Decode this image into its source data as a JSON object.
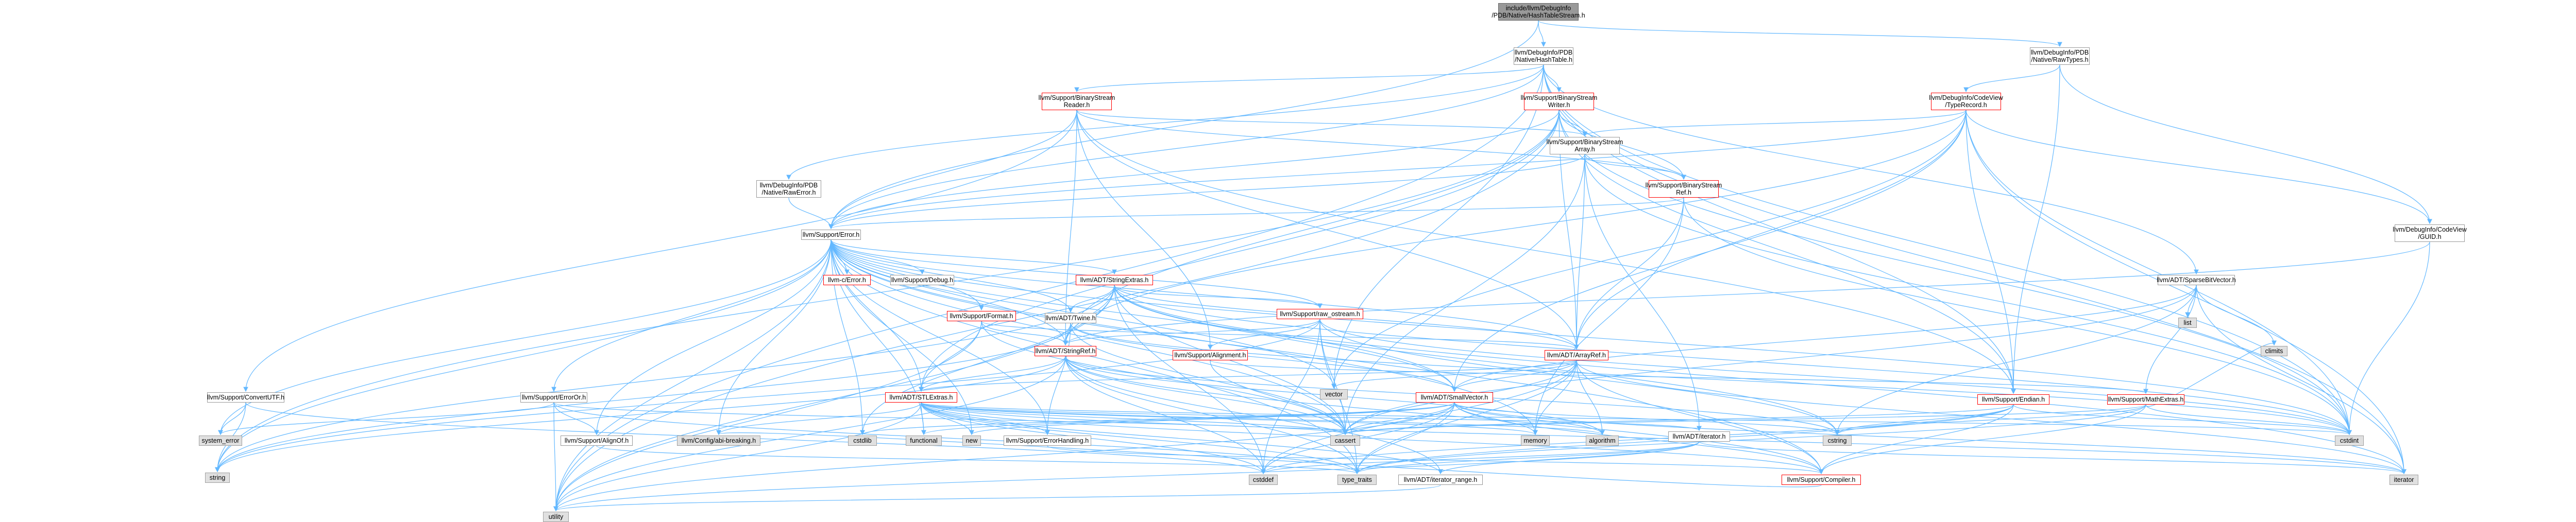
{
  "diagram": {
    "colors": {
      "edge": "#63b8ff",
      "edge_dark": "#505050",
      "red_border": "#ff0000",
      "gray_fill": "#e0e0e0",
      "root_fill": "#999999"
    },
    "nodes": [
      {
        "id": "root",
        "label": "include/llvm/DebugInfo\n/PDB/Native/HashTableStream.h",
        "style": "root"
      },
      {
        "id": "nht",
        "label": "llvm/DebugInfo/PDB\n/Native/HashTable.h",
        "style": "plain"
      },
      {
        "id": "nrt",
        "label": "llvm/DebugInfo/PDB\n/Native/RawTypes.h",
        "style": "plain"
      },
      {
        "id": "bsr",
        "label": "llvm/Support/BinaryStream\nReader.h",
        "style": "red"
      },
      {
        "id": "bsw",
        "label": "llvm/Support/BinaryStream\nWriter.h",
        "style": "red"
      },
      {
        "id": "cvtr",
        "label": "llvm/DebugInfo/CodeView\n/TypeRecord.h",
        "style": "red"
      },
      {
        "id": "bsa",
        "label": "llvm/Support/BinaryStream\nArray.h",
        "style": "plain"
      },
      {
        "id": "bsref",
        "label": "llvm/Support/BinaryStream\nRef.h",
        "style": "red"
      },
      {
        "id": "nre",
        "label": "llvm/DebugInfo/PDB\n/Native/RawError.h",
        "style": "plain"
      },
      {
        "id": "guid",
        "label": "llvm/DebugInfo/CodeView\n/GUID.h",
        "style": "plain"
      },
      {
        "id": "err",
        "label": "llvm/Support/Error.h",
        "style": "plain"
      },
      {
        "id": "sbv",
        "label": "llvm/ADT/SparseBitVector.h",
        "style": "plain"
      },
      {
        "id": "cerr",
        "label": "llvm-c/Error.h",
        "style": "red"
      },
      {
        "id": "dbg",
        "label": "llvm/Support/Debug.h",
        "style": "plain"
      },
      {
        "id": "se",
        "label": "llvm/ADT/StringExtras.h",
        "style": "red"
      },
      {
        "id": "twine",
        "label": "llvm/ADT/Twine.h",
        "style": "plain"
      },
      {
        "id": "fmt",
        "label": "llvm/Support/Format.h",
        "style": "red"
      },
      {
        "id": "ros",
        "label": "llvm/Support/raw_ostream.h",
        "style": "red"
      },
      {
        "id": "climits",
        "label": "climits",
        "style": "gray"
      },
      {
        "id": "list",
        "label": "list",
        "style": "gray"
      },
      {
        "id": "sref",
        "label": "llvm/ADT/StringRef.h",
        "style": "red"
      },
      {
        "id": "algn",
        "label": "llvm/Support/Alignment.h",
        "style": "red"
      },
      {
        "id": "aref",
        "label": "llvm/ADT/ArrayRef.h",
        "style": "red"
      },
      {
        "id": "cu",
        "label": "llvm/Support/ConvertUTF.h",
        "style": "plain"
      },
      {
        "id": "erroror",
        "label": "llvm/Support/ErrorOr.h",
        "style": "plain"
      },
      {
        "id": "endian",
        "label": "llvm/Support/Endian.h",
        "style": "red"
      },
      {
        "id": "mext",
        "label": "llvm/Support/MathExtras.h",
        "style": "red"
      },
      {
        "id": "vector",
        "label": "vector",
        "style": "gray"
      },
      {
        "id": "stlext",
        "label": "llvm/ADT/STLExtras.h",
        "style": "red"
      },
      {
        "id": "smv",
        "label": "llvm/ADT/SmallVector.h",
        "style": "red"
      },
      {
        "id": "iter",
        "label": "llvm/ADT/iterator.h",
        "style": "plain"
      },
      {
        "id": "syserr",
        "label": "system_error",
        "style": "gray"
      },
      {
        "id": "alignof",
        "label": "llvm/Support/AlignOf.h",
        "style": "plain"
      },
      {
        "id": "cfg",
        "label": "llvm/Config/abi-breaking.h",
        "style": "gray"
      },
      {
        "id": "cstdlib",
        "label": "cstdlib",
        "style": "gray"
      },
      {
        "id": "functional",
        "label": "functional",
        "style": "gray"
      },
      {
        "id": "new",
        "label": "new",
        "style": "gray"
      },
      {
        "id": "eh",
        "label": "llvm/Support/ErrorHandling.h",
        "style": "plain"
      },
      {
        "id": "cassert",
        "label": "cassert",
        "style": "gray"
      },
      {
        "id": "memory",
        "label": "memory",
        "style": "gray"
      },
      {
        "id": "algorithm",
        "label": "algorithm",
        "style": "gray"
      },
      {
        "id": "cstring",
        "label": "cstring",
        "style": "gray"
      },
      {
        "id": "cstdint",
        "label": "cstdint",
        "style": "gray"
      },
      {
        "id": "string",
        "label": "string",
        "style": "gray"
      },
      {
        "id": "cstddef",
        "label": "cstddef",
        "style": "gray"
      },
      {
        "id": "tt",
        "label": "type_traits",
        "style": "gray"
      },
      {
        "id": "iterrange",
        "label": "llvm/ADT/iterator_range.h",
        "style": "plain"
      },
      {
        "id": "compiler",
        "label": "llvm/Support/Compiler.h",
        "style": "red"
      },
      {
        "id": "iterator",
        "label": "iterator",
        "style": "gray"
      },
      {
        "id": "utility",
        "label": "utility",
        "style": "gray"
      }
    ],
    "edges": [
      [
        "root",
        "nht"
      ],
      [
        "root",
        "nrt"
      ],
      [
        "root",
        "err"
      ],
      [
        "nht",
        "bsr"
      ],
      [
        "nht",
        "bsw"
      ],
      [
        "nht",
        "nre"
      ],
      [
        "nht",
        "sbv"
      ],
      [
        "nht",
        "err"
      ],
      [
        "nht",
        "cstdint"
      ],
      [
        "nht",
        "iterator"
      ],
      [
        "nht",
        "utility"
      ],
      [
        "nht",
        "vector"
      ],
      [
        "nht",
        "endian"
      ],
      [
        "nrt",
        "cvtr"
      ],
      [
        "nrt",
        "guid"
      ],
      [
        "nrt",
        "endian"
      ],
      [
        "bsr",
        "bsa"
      ],
      [
        "bsr",
        "bsref"
      ],
      [
        "bsr",
        "cu"
      ],
      [
        "bsr",
        "err"
      ],
      [
        "bsr",
        "sref"
      ],
      [
        "bsr",
        "aref"
      ],
      [
        "bsr",
        "algn"
      ],
      [
        "bsr",
        "endian"
      ],
      [
        "bsr",
        "type_traits"
      ],
      [
        "bsw",
        "bsa"
      ],
      [
        "bsw",
        "bsref"
      ],
      [
        "bsw",
        "err"
      ],
      [
        "bsw",
        "sref"
      ],
      [
        "bsw",
        "aref"
      ],
      [
        "bsw",
        "endian"
      ],
      [
        "bsw",
        "stlext"
      ],
      [
        "bsw",
        "cstdint"
      ],
      [
        "bsw",
        "utility"
      ],
      [
        "bsw",
        "string"
      ],
      [
        "cvtr",
        "bsa"
      ],
      [
        "cvtr",
        "guid"
      ],
      [
        "cvtr",
        "aref"
      ],
      [
        "cvtr",
        "endian"
      ],
      [
        "cvtr",
        "err"
      ],
      [
        "cvtr",
        "smv"
      ],
      [
        "cvtr",
        "iterator"
      ],
      [
        "cvtr",
        "cstdint"
      ],
      [
        "cvtr",
        "vector"
      ],
      [
        "cvtr",
        "sref"
      ],
      [
        "bsa",
        "bsref"
      ],
      [
        "bsa",
        "err"
      ],
      [
        "bsa",
        "aref"
      ],
      [
        "bsa",
        "iter"
      ],
      [
        "bsa",
        "cassert"
      ],
      [
        "bsa",
        "cstdint"
      ],
      [
        "bsref",
        "err"
      ],
      [
        "bsref",
        "aref"
      ],
      [
        "bsref",
        "cstdint"
      ],
      [
        "bsref",
        "memory"
      ],
      [
        "bsref",
        "optional"
      ],
      [
        "nre",
        "err"
      ],
      [
        "guid",
        "cstdint"
      ],
      [
        "guid",
        "sref"
      ],
      [
        "err",
        "cerr"
      ],
      [
        "err",
        "dbg"
      ],
      [
        "err",
        "se"
      ],
      [
        "err",
        "twine"
      ],
      [
        "err",
        "fmt"
      ],
      [
        "err",
        "ros"
      ],
      [
        "err",
        "sref"
      ],
      [
        "err",
        "aref"
      ],
      [
        "err",
        "erroror"
      ],
      [
        "err",
        "alignof"
      ],
      [
        "err",
        "cfg"
      ],
      [
        "err",
        "eh"
      ],
      [
        "err",
        "stlext"
      ],
      [
        "err",
        "smv"
      ],
      [
        "err",
        "cassert"
      ],
      [
        "err",
        "cstdint"
      ],
      [
        "err",
        "cstdlib"
      ],
      [
        "err",
        "functional"
      ],
      [
        "err",
        "memory"
      ],
      [
        "err",
        "new"
      ],
      [
        "err",
        "string"
      ],
      [
        "err",
        "syserr"
      ],
      [
        "err",
        "tt"
      ],
      [
        "err",
        "utility"
      ],
      [
        "err",
        "vector"
      ],
      [
        "err",
        "compiler"
      ],
      [
        "sbv",
        "list"
      ],
      [
        "sbv",
        "climits"
      ],
      [
        "sbv",
        "mext"
      ],
      [
        "sbv",
        "smv"
      ],
      [
        "sbv",
        "cassert"
      ],
      [
        "sbv",
        "iterator"
      ],
      [
        "sbv",
        "cstring"
      ],
      [
        "se",
        "aref"
      ],
      [
        "se",
        "sref"
      ],
      [
        "se",
        "twine"
      ],
      [
        "se",
        "smv"
      ],
      [
        "se",
        "cassert"
      ],
      [
        "se",
        "cstddef"
      ],
      [
        "se",
        "cstdint"
      ],
      [
        "se",
        "cstdlib"
      ],
      [
        "se",
        "cstring"
      ],
      [
        "se",
        "iterator"
      ],
      [
        "se",
        "string"
      ],
      [
        "se",
        "utility"
      ],
      [
        "se",
        "ros"
      ],
      [
        "twine",
        "smv"
      ],
      [
        "twine",
        "sref"
      ],
      [
        "twine",
        "eh"
      ],
      [
        "twine",
        "cassert"
      ],
      [
        "twine",
        "cstdint"
      ],
      [
        "twine",
        "string"
      ],
      [
        "fmt",
        "aref"
      ],
      [
        "fmt",
        "stlext"
      ],
      [
        "fmt",
        "sref"
      ],
      [
        "fmt",
        "cassert"
      ],
      [
        "fmt",
        "cstdio"
      ],
      [
        "fmt",
        "tuple"
      ],
      [
        "fmt",
        "utility"
      ],
      [
        "ros",
        "sref"
      ],
      [
        "ros",
        "cassert"
      ],
      [
        "ros",
        "cstddef"
      ],
      [
        "ros",
        "cstdint"
      ],
      [
        "ros",
        "cstring"
      ],
      [
        "ros",
        "string"
      ],
      [
        "ros",
        "tt"
      ],
      [
        "ros",
        "algn"
      ],
      [
        "sref",
        "stlext"
      ],
      [
        "sref",
        "iterrange"
      ],
      [
        "sref",
        "compiler"
      ],
      [
        "sref",
        "algorithm"
      ],
      [
        "sref",
        "cassert"
      ],
      [
        "sref",
        "cstddef"
      ],
      [
        "sref",
        "cstring"
      ],
      [
        "sref",
        "limits"
      ],
      [
        "sref",
        "string"
      ],
      [
        "sref",
        "tt"
      ],
      [
        "sref",
        "utility"
      ],
      [
        "algn",
        "mext"
      ],
      [
        "algn",
        "cassert"
      ],
      [
        "aref",
        "smv"
      ],
      [
        "aref",
        "stlext"
      ],
      [
        "aref",
        "compiler"
      ],
      [
        "aref",
        "algorithm"
      ],
      [
        "aref",
        "array"
      ],
      [
        "aref",
        "cassert"
      ],
      [
        "aref",
        "cstddef"
      ],
      [
        "aref",
        "initializer_list"
      ],
      [
        "aref",
        "iterator"
      ],
      [
        "aref",
        "memory"
      ],
      [
        "aref",
        "tt"
      ],
      [
        "aref",
        "vector"
      ],
      [
        "cu",
        "syserr"
      ],
      [
        "cu",
        "string"
      ],
      [
        "cu",
        "cstddef"
      ],
      [
        "erroror",
        "alignof"
      ],
      [
        "erroror",
        "cassert"
      ],
      [
        "erroror",
        "syserr"
      ],
      [
        "erroror",
        "tt"
      ],
      [
        "erroror",
        "utility"
      ],
      [
        "endian",
        "compiler"
      ],
      [
        "endian",
        "cassert"
      ],
      [
        "endian",
        "cstddef"
      ],
      [
        "endian",
        "cstdint"
      ],
      [
        "endian",
        "cstring"
      ],
      [
        "endian",
        "tt"
      ],
      [
        "mext",
        "compiler"
      ],
      [
        "mext",
        "cassert"
      ],
      [
        "mext",
        "climits"
      ],
      [
        "mext",
        "cstdint"
      ],
      [
        "mext",
        "cstring"
      ],
      [
        "mext",
        "limits"
      ],
      [
        "mext",
        "tt"
      ],
      [
        "stlext",
        "cfg"
      ],
      [
        "stlext",
        "cstdint"
      ],
      [
        "stlext",
        "functional"
      ],
      [
        "stlext",
        "new"
      ],
      [
        "stlext",
        "eh"
      ],
      [
        "stlext",
        "cassert"
      ],
      [
        "stlext",
        "memory"
      ],
      [
        "stlext",
        "algorithm"
      ],
      [
        "stlext",
        "cstddef"
      ],
      [
        "stlext",
        "tt"
      ],
      [
        "stlext",
        "utility"
      ],
      [
        "stlext",
        "iterrange"
      ],
      [
        "stlext",
        "iter"
      ],
      [
        "stlext",
        "iterator"
      ],
      [
        "stlext",
        "compiler"
      ],
      [
        "smv",
        "compiler"
      ],
      [
        "smv",
        "algorithm"
      ],
      [
        "smv",
        "cassert"
      ],
      [
        "smv",
        "cstddef"
      ],
      [
        "smv",
        "cstdlib"
      ],
      [
        "smv",
        "cstring"
      ],
      [
        "smv",
        "functional"
      ],
      [
        "smv",
        "initializer_list"
      ],
      [
        "smv",
        "iterator"
      ],
      [
        "smv",
        "limits"
      ],
      [
        "smv",
        "memory"
      ],
      [
        "smv",
        "new"
      ],
      [
        "smv",
        "tt"
      ],
      [
        "smv",
        "utility"
      ],
      [
        "iter",
        "iterrange"
      ],
      [
        "iter",
        "cstddef"
      ],
      [
        "iter",
        "iterator"
      ],
      [
        "iter",
        "tt"
      ],
      [
        "iter",
        "utility"
      ],
      [
        "alignof",
        "tt"
      ],
      [
        "eh",
        "compiler"
      ],
      [
        "iterrange",
        "utility"
      ],
      [
        "compiler",
        "cfg"
      ]
    ]
  }
}
